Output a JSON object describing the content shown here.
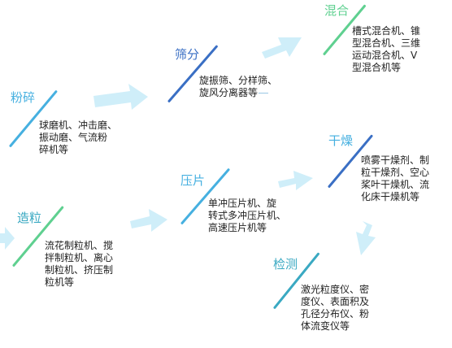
{
  "colors": {
    "blue": "#3a6fc4",
    "sky": "#46b0e0",
    "teal": "#3aa9c2",
    "green": "#5fd090",
    "arrow": "#cfeef9"
  },
  "steps": {
    "fensui": {
      "title": "粉碎",
      "desc": "球磨机、冲击磨、\n振动磨、气流粉\n碎机等"
    },
    "zaoli": {
      "title": "造粒",
      "desc": "流花制粒机、搅\n拌制粒机、离心\n制粒机、挤压制\n粒机等"
    },
    "shaifen": {
      "title": "筛分",
      "desc": "旋振筛、分样筛、\n旋风分离器等"
    },
    "yapian": {
      "title": "压片",
      "desc": "单冲压片机、旋\n转式多冲压片机、\n高速压片机等"
    },
    "hunhe": {
      "title": "混合",
      "desc": "槽式混合机、锥\n型混合机、三维\n运动混合机、V\n型混合机等"
    },
    "ganzao": {
      "title": "干燥",
      "desc": "喷雾干燥剂、制\n粒干燥剂、空心\n桨叶干燥机、流\n化床干燥机等"
    },
    "jiance": {
      "title": "检测",
      "desc": "激光粒度仪、密\n度仪、表面积及\n孔径分布仪、粉\n体流变仪等"
    }
  }
}
